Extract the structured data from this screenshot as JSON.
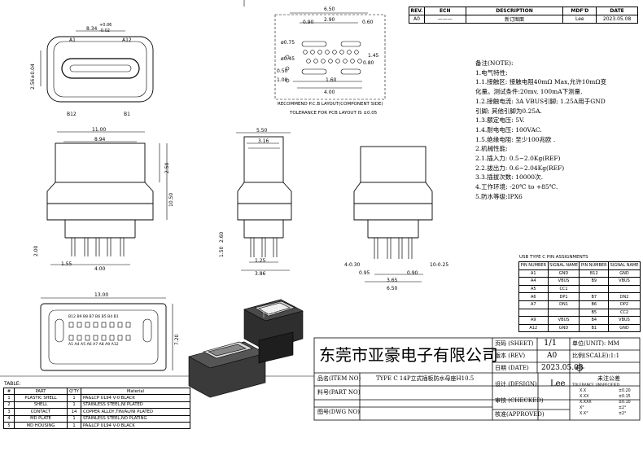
{
  "revision": {
    "headers": [
      "REV.",
      "ECN",
      "DESCRIPTION",
      "MDF'D",
      "DATE"
    ],
    "rows": [
      [
        "A0",
        "———",
        "新订图面",
        "Lee",
        "2023.05.08"
      ]
    ]
  },
  "layout_views": {
    "pcb_title": "RECOMMEND P.C.B LAYOUT(COMPONENT SIDE)",
    "pcb_tolerance": "TOLERANCE FOR PCB LAYOUT IS ±0.05",
    "dims": {
      "d_650": "6.50",
      "d_290": "2.90",
      "d_090": "0.90",
      "d_060": "0.60",
      "d_075": "ø0.75",
      "d_045": "ø0.45",
      "d_160": "1.60",
      "d_080": "0.80",
      "d_145": "1.45",
      "d_400": "4.00",
      "d_100": "1.00",
      "d_050": "0.50",
      "front_w": "8.34",
      "front_tol_up": "+0.06",
      "front_tol_dn": "-0.02",
      "front_h": "2.56±0.04",
      "pin_a1": "A1",
      "pin_b12": "B12",
      "pin_b1": "B1",
      "pin_a12": "A12",
      "body_w1": "11.00",
      "body_w2": "8.94",
      "body_h": "10.50",
      "body_h2": "2.50",
      "body_p": "2.00",
      "body_b": "1.55",
      "body_b2": "4.00",
      "side_w": "5.50",
      "side_w2": "3.16",
      "side_p1": "2.60",
      "side_p2": "1.50",
      "side_b1": "1.25",
      "side_b2": "3.86",
      "right_l": "4-0.30",
      "right_r": "10-0.25",
      "right_a": "0.95",
      "right_b": "0.90",
      "right_c": "3.65",
      "right_d": "6.50",
      "bottom_w": "13.00",
      "bottom_h": "7.20",
      "bottom_pins_top": "B12 B9 B8 B7 B6 B5 B4 B1",
      "bottom_pins_bot": "A1 A4 A5 A6 A7 A8 A9 A12"
    }
  },
  "notes": [
    "备注(NOTE):",
    "1.电气特性:",
    "1.1.接触区: 接触电阻40mΩ Max,允许10mΩ变",
    "    化量。测试条件:20mv, 100mA下测量.",
    "1.2.接触电流: 3A VBUS引脚; 1.25A用于GND",
    "    引脚; 其他引脚为0.25A.",
    "1.3.额定电压: 5V.",
    "1.4.耐电电压: 100VAC.",
    "1.5.绝缘电阻: 至少100兆欧 .",
    "2.机械性能:",
    "2.1.插入力: 0.5~2.0Kg(REF)",
    "2.2.拔出力: 0.6~2.04Kg(REF)",
    "3.3.插拔次数: 10000次.",
    "4.工作环境: -20℃ to +85℃.",
    "5.防水等级:IPX6"
  ],
  "pin_assignments": {
    "title": "USB TYPE C PIN ASSIGNMENTS",
    "headers": [
      "PIN NUMBER",
      "SIGNAL NAME",
      "PIN NUMBER",
      "SIGNAL NAME"
    ],
    "rows": [
      [
        "A1",
        "GND",
        "B12",
        "GND"
      ],
      [
        "A4",
        "VBUS",
        "B9",
        "VBUS"
      ],
      [
        "A5",
        "CC1",
        "",
        ""
      ],
      [
        "A6",
        "DP1",
        "B7",
        "DN2"
      ],
      [
        "A7",
        "DN1",
        "B6",
        "DP2"
      ],
      [
        "",
        "",
        "B5",
        "CC2"
      ],
      [
        "A9",
        "VBUS",
        "B4",
        "VBUS"
      ],
      [
        "A12",
        "GND",
        "B1",
        "GND"
      ]
    ]
  },
  "parts": {
    "title": "TABLE:",
    "headers": [
      "#",
      "PART",
      "Q'TY",
      "Material"
    ],
    "rows": [
      [
        "1",
        "PLASTIC SHELL",
        "1",
        "PA&LCP UL94 V-0 BLACK"
      ],
      [
        "2",
        "SHELL",
        "1",
        "STAINLESS STEEL,NI PLATED"
      ],
      [
        "3",
        "CONTACT",
        "14",
        "COPPER ALLOY,TIN/Au/NI PLATED"
      ],
      [
        "4",
        "MD PLATE",
        "1",
        "STAINLESS STEEL,NO PLATING"
      ],
      [
        "5",
        "MD HOUSING",
        "1",
        "PA&LCP UL94 V-0 BLACK"
      ]
    ]
  },
  "title_block": {
    "company": "东莞市亚豪电子有限公司",
    "sheet_label": "页码 (SHEET)",
    "sheet_value": "1/1",
    "unit_label": "单位(UNIT): MM",
    "rev_label": "版本 (REV)",
    "rev_value": "A0",
    "scale_label": "比例(SCALE):1:1",
    "date_label": "日期 (DATE)",
    "date_value": "2023.05.08",
    "item_label": "品名(ITEM NO)",
    "item_value": "TYPE C 14P立式插板防水母座H10.5",
    "design_label": "设计 (DESIGN)",
    "design_value": "Lee",
    "part_label": "料号(PART NO)",
    "check_label": "审核 (CHECKED)",
    "dwg_label": "图号(DWG NO)",
    "approved_label": "核准(APPROVED)",
    "tolerance_title": "未注公差",
    "tolerance_sub": "TOLERANCE UNSPECIFIED",
    "tolerance_rows": [
      [
        "X.X",
        "±0.20"
      ],
      [
        "X.XX",
        "±0.15"
      ],
      [
        "X.XXX",
        "±0.10"
      ],
      [
        "X°",
        "±2°"
      ],
      [
        "X.X°",
        "±2°"
      ]
    ]
  }
}
